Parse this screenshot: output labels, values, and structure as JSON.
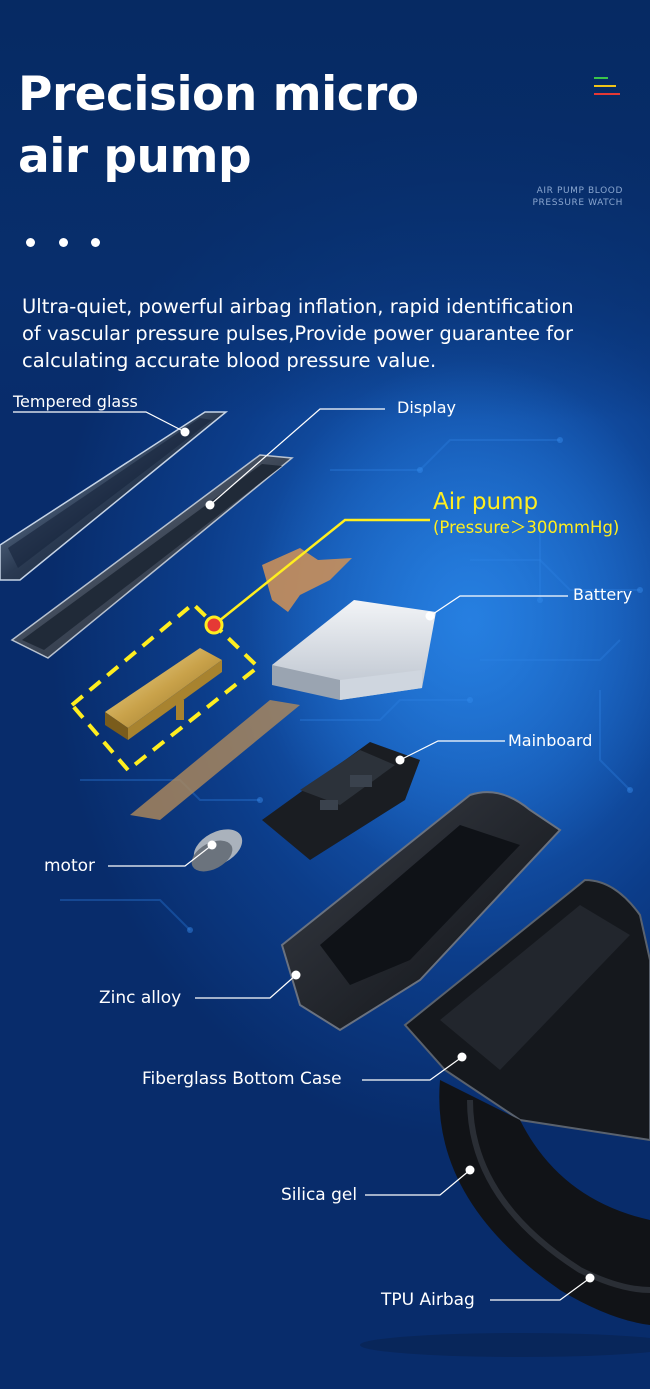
{
  "header": {
    "title_line1": "Precision micro",
    "title_line2": "air pump",
    "side_tag_line1": "AIR PUMP BLOOD",
    "side_tag_line2": "PRESSURE WATCH",
    "menu_icon": "menu-icon",
    "menu_colors": [
      "#3bc54a",
      "#f0c419",
      "#e53935"
    ]
  },
  "description": {
    "line1": "Ultra-quiet, powerful airbag inflation, rapid identification",
    "line2": "of vascular pressure pulses,Provide power guarantee for",
    "line3": "calculating accurate blood pressure value."
  },
  "labels": {
    "tempered_glass": "Tempered glass",
    "display": "Display",
    "air_pump": "Air pump",
    "air_pump_spec": "(Pressure＞300mmHg)",
    "battery": "Battery",
    "mainboard": "Mainboard",
    "motor": "motor",
    "zinc_alloy": "Zinc alloy",
    "fiberglass_bottom_case": "Fiberglass Bottom Case",
    "silica_gel": "Silica gel",
    "tpu_airbag": "TPU Airbag"
  },
  "colors": {
    "highlight": "#ffee1f",
    "background": "#0f4fa6"
  }
}
